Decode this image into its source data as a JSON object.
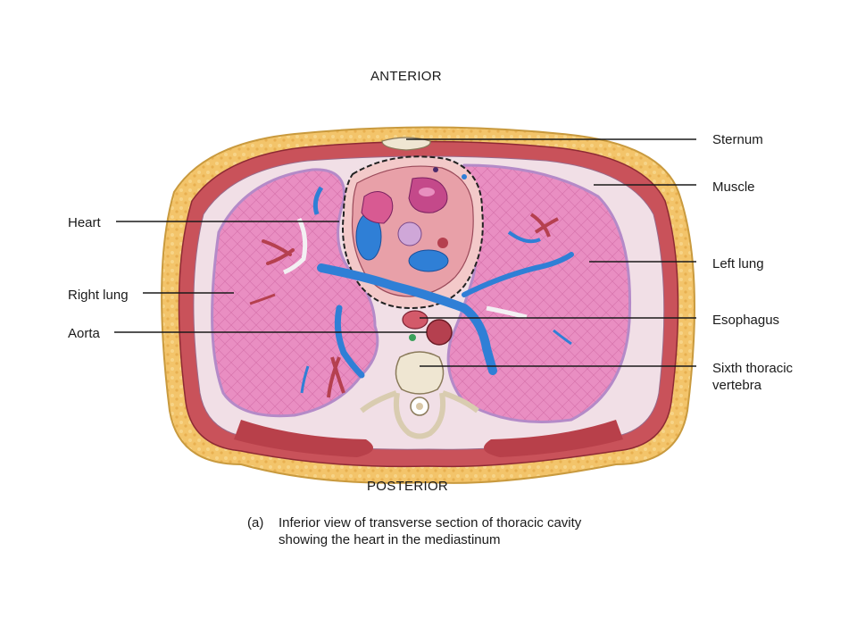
{
  "orientation": {
    "top": "ANTERIOR",
    "bottom": "POSTERIOR"
  },
  "labels": {
    "sternum": "Sternum",
    "muscle": "Muscle",
    "left_lung": "Left lung",
    "esophagus": "Esophagus",
    "sixth_thoracic_line1": "Sixth thoracic",
    "sixth_thoracic_line2": "vertebra",
    "heart": "Heart",
    "right_lung": "Right lung",
    "aorta": "Aorta"
  },
  "caption": {
    "tag": "(a)",
    "line1": "Inferior view of transverse section of thoracic cavity",
    "line2": "showing the heart in the mediastinum"
  },
  "colors": {
    "fat": "#f3c46a",
    "muscle": "#c9525a",
    "lung": "#e98ec2",
    "lung_border": "#b48ac8",
    "heart": "#e8a0a8",
    "vein": "#2f7fd6",
    "artery": "#b5404f",
    "bone": "#efe6d2"
  }
}
